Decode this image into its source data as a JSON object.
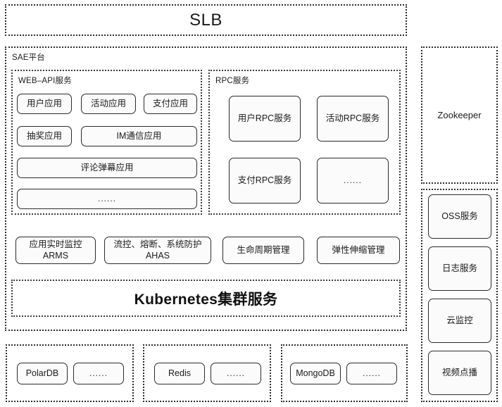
{
  "diagram": {
    "title": "SLB",
    "slb": {
      "label": "SLB"
    },
    "sae": {
      "label": "SAE平台",
      "web_api": {
        "label": "WEB–API服务",
        "row1": [
          {
            "label": "用户应用"
          },
          {
            "label": "活动应用"
          },
          {
            "label": "支付应用"
          }
        ],
        "row2": [
          {
            "label": "抽奖应用"
          },
          {
            "label": "IM通信应用"
          }
        ],
        "row3": [
          {
            "label": "评论弹幕应用"
          }
        ],
        "row4": [
          {
            "label": "......"
          }
        ]
      },
      "rpc": {
        "label": "RPC服务",
        "items": [
          {
            "label": "用户RPC服务"
          },
          {
            "label": "活动RPC服务"
          },
          {
            "label": "支付RPC服务"
          },
          {
            "label": "......"
          }
        ]
      },
      "governance": [
        {
          "label": "应用实时监控\nARMS"
        },
        {
          "label": "流控、熔断、系统防护\nAHAS"
        },
        {
          "label": "生命周期管理"
        },
        {
          "label": "弹性伸缩管理"
        }
      ],
      "kubernetes": {
        "label": "Kubernetes集群服务"
      }
    },
    "zookeeper": {
      "label": "Zookeeper"
    },
    "cloud_services": [
      {
        "label": "OSS服务"
      },
      {
        "label": "日志服务"
      },
      {
        "label": "云监控"
      },
      {
        "label": "视频点播"
      }
    ],
    "datastores": [
      {
        "primary": "PolarDB",
        "more": "......"
      },
      {
        "primary": "Redis",
        "more": "......"
      },
      {
        "primary": "MongoDB",
        "more": "......"
      }
    ]
  }
}
